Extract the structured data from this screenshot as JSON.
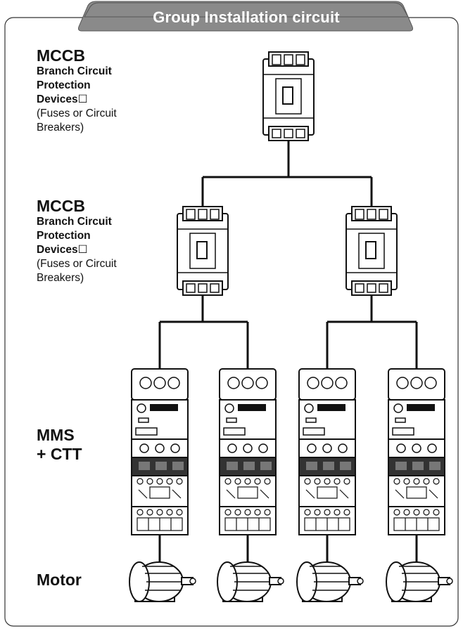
{
  "title": "Group Installation circuit",
  "levels": [
    {
      "name": "MCCB",
      "lines": [
        "Branch Circuit",
        "Protection",
        "Devices☐"
      ],
      "note_lines": [
        "(Fuses or Circuit",
        "Breakers)"
      ]
    },
    {
      "name": "MCCB",
      "lines": [
        "Branch Circuit",
        "Protection",
        "Devices☐"
      ],
      "note_lines": [
        "(Fuses or Circuit",
        "Breakers)"
      ]
    }
  ],
  "mms": {
    "line1": "MMS",
    "line2": "+ CTT"
  },
  "motor": {
    "label": "Motor"
  },
  "colors": {
    "title_fill": "#8a8a8a",
    "title_text": "#ffffff",
    "line": "#111111",
    "device_fill": "#ffffff"
  }
}
